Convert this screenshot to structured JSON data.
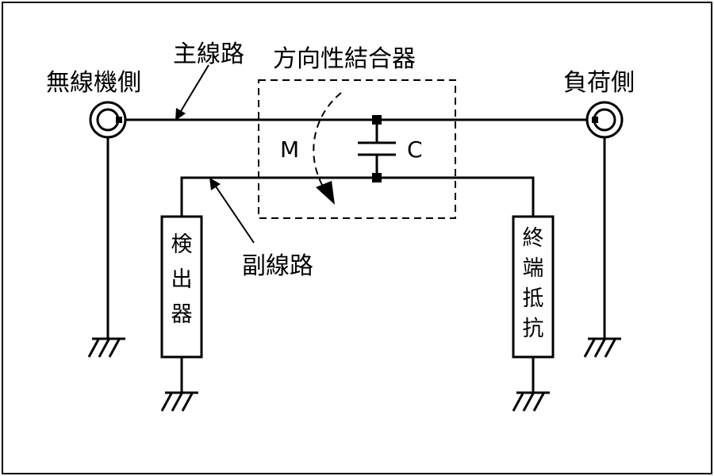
{
  "labels": {
    "radio_side": "無線機側",
    "main_line": "主線路",
    "coupler": "方向性結合器",
    "load_side": "負荷側",
    "mutual": "M",
    "capacitance": "C",
    "sub_line": "副線路"
  },
  "detector": [
    "検",
    "出",
    "器"
  ],
  "terminator": [
    "終",
    "端",
    "抵",
    "抗"
  ]
}
